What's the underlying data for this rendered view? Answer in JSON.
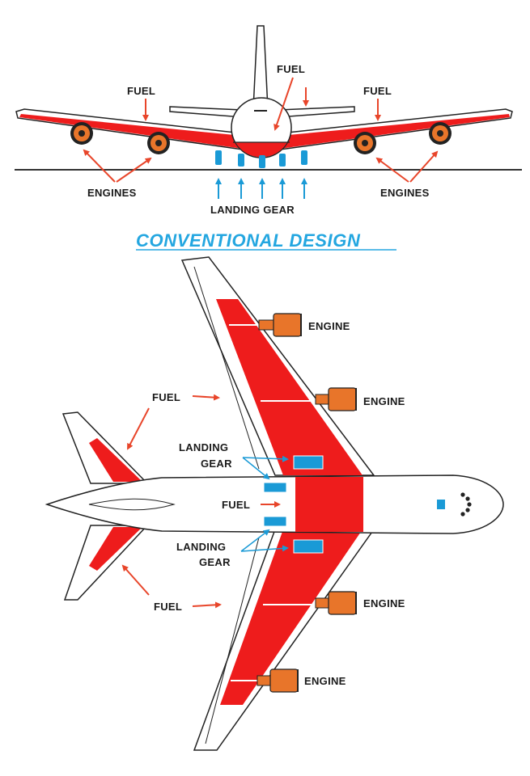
{
  "colors": {
    "fuel": "#ee1c1c",
    "engine": "#e8752a",
    "gear": "#1a9ad6",
    "outline": "#222222",
    "arrow": "#e8452a",
    "title": "#23a6e0"
  },
  "front_view": {
    "labels": {
      "fuel_left": "FUEL",
      "fuel_center": "FUEL",
      "fuel_right": "FUEL",
      "engines_left": "ENGINES",
      "engines_right": "ENGINES",
      "landing_gear": "LANDING GEAR"
    }
  },
  "title": "CONVENTIONAL DESIGN",
  "top_view": {
    "labels": {
      "engine_1": "ENGINE",
      "engine_2": "ENGINE",
      "engine_3": "ENGINE",
      "engine_4": "ENGINE",
      "fuel_tail_top": "FUEL",
      "fuel_tail_bottom": "FUEL",
      "fuel_fuselage": "FUEL",
      "landing_gear_top_1": "LANDING",
      "landing_gear_top_2": "GEAR",
      "landing_gear_bottom_1": "LANDING",
      "landing_gear_bottom_2": "GEAR"
    }
  },
  "icons": [
    "front-airplane-icon",
    "top-airplane-icon",
    "arrow-icon",
    "engine-icon",
    "landing-gear-icon",
    "fuel-tank-icon"
  ]
}
